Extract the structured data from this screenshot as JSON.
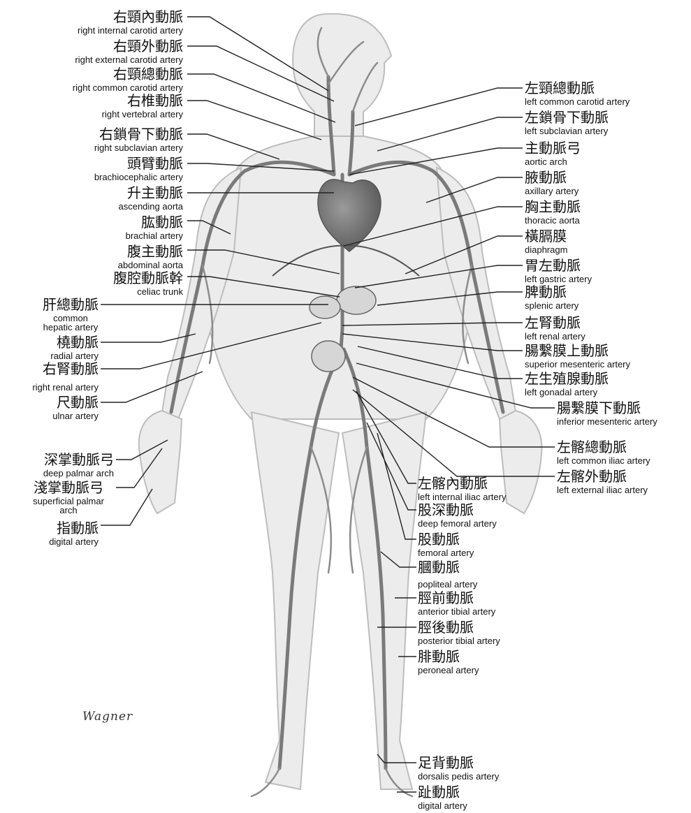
{
  "labels": {
    "r_int_carotid": {
      "zh": "右頸內動脈",
      "en": "right internal carotid artery"
    },
    "r_ext_carotid": {
      "zh": "右頸外動脈",
      "en": "right external carotid artery"
    },
    "r_common_carotid": {
      "zh": "右頸總動脈",
      "en": "right common carotid artery"
    },
    "r_vertebral": {
      "zh": "右椎動脈",
      "en": "right vertebral artery"
    },
    "r_subclavian": {
      "zh": "右鎖骨下動脈",
      "en": "right subclavian artery"
    },
    "brachiocephalic": {
      "zh": "頭臂動脈",
      "en": "brachiocephalic artery"
    },
    "asc_aorta": {
      "zh": "升主動脈",
      "en": "ascending aorta"
    },
    "brachial": {
      "zh": "肱動脈",
      "en": "brachial artery"
    },
    "abd_aorta": {
      "zh": "腹主動脈",
      "en": "abdominal aorta"
    },
    "celiac": {
      "zh": "腹腔動脈幹",
      "en": "celiac trunk"
    },
    "common_hepatic": {
      "zh": "肝總動脈",
      "en": "common hepatic artery"
    },
    "radial": {
      "zh": "橈動脈",
      "en": "radial artery"
    },
    "r_renal": {
      "zh": "右腎動脈",
      "en": "right renal artery"
    },
    "ulnar": {
      "zh": "尺動脈",
      "en": "ulnar artery"
    },
    "deep_palmar": {
      "zh": "深掌動脈弓",
      "en": "deep palmar arch"
    },
    "superficial_palmar": {
      "zh": "淺掌動脈弓",
      "en": "superficial palmar arch"
    },
    "digital_hand": {
      "zh": "指動脈",
      "en": "digital artery"
    },
    "l_common_carotid": {
      "zh": "左頸總動脈",
      "en": "left common carotid artery"
    },
    "l_subclavian": {
      "zh": "左鎖骨下動脈",
      "en": "left subclavian artery"
    },
    "aortic_arch": {
      "zh": "主動脈弓",
      "en": "aortic arch"
    },
    "axillary": {
      "zh": "腋動脈",
      "en": "axillary artery"
    },
    "thoracic_aorta": {
      "zh": "胸主動脈",
      "en": "thoracic aorta"
    },
    "diaphragm": {
      "zh": "橫膈膜",
      "en": "diaphragm"
    },
    "l_gastric": {
      "zh": "胃左動脈",
      "en": "left gastric artery"
    },
    "splenic": {
      "zh": "脾動脈",
      "en": "splenic artery"
    },
    "l_renal": {
      "zh": "左腎動脈",
      "en": "left renal artery"
    },
    "sup_mesenteric": {
      "zh": "腸繫膜上動脈",
      "en": "superior mesenteric artery"
    },
    "l_gonadal": {
      "zh": "左生殖腺動脈",
      "en": "left gonadal artery"
    },
    "inf_mesenteric": {
      "zh": "腸繫膜下動脈",
      "en": "inferior mesenteric artery"
    },
    "l_common_iliac": {
      "zh": "左髂總動脈",
      "en": "left common iliac artery"
    },
    "l_int_iliac": {
      "zh": "左髂內動脈",
      "en": "left internal iliac artery"
    },
    "l_ext_iliac": {
      "zh": "左髂外動脈",
      "en": "left external iliac artery"
    },
    "deep_femoral": {
      "zh": "股深動脈",
      "en": "deep femoral artery"
    },
    "femoral": {
      "zh": "股動脈",
      "en": "femoral artery"
    },
    "popliteal": {
      "zh": "膕動脈",
      "en": "popliteal artery"
    },
    "ant_tibial": {
      "zh": "脛前動脈",
      "en": "anterior tibial artery"
    },
    "post_tibial": {
      "zh": "脛後動脈",
      "en": "posterior tibial artery"
    },
    "peroneal": {
      "zh": "腓動脈",
      "en": "peroneal artery"
    },
    "dorsalis_pedis": {
      "zh": "足背動脈",
      "en": "dorsalis pedis artery"
    },
    "digital_foot": {
      "zh": "趾動脈",
      "en": "digital artery"
    }
  },
  "signature": "Wagner",
  "colors": {
    "body_fill": "#e9e9e9",
    "body_outline": "#bdbdbd",
    "artery": "#7a7a7a",
    "heart": "#6a6a6a",
    "leader": "#222222"
  }
}
